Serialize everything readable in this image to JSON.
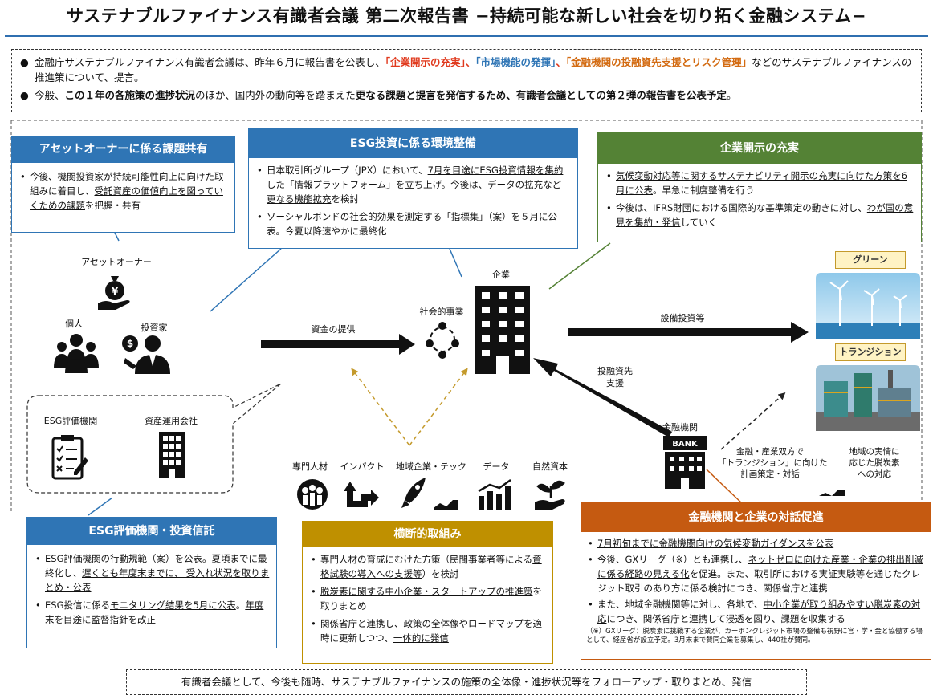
{
  "title": "サステナブルファイナンス有識者会議 第二次報告書 −持続可能な新しい社会を切り拓く金融システム−",
  "intro": {
    "p1_a": "金融庁サステナブルファイナンス有識者会議は、昨年６月に報告書を公表し、",
    "p1_r": "「企業開示の充実」",
    "p1_s1": "、",
    "p1_b": "「市場機能の発揮」",
    "p1_s2": "、",
    "p1_o": "「金融機関の投融資先支援とリスク管理」",
    "p1_c": "などのサステナブルファイナンスの推進策について、提言。",
    "p2_a": "今般、",
    "p2_u1": "この１年の各施策の進捗状況",
    "p2_b": "のほか、国内外の動向等を踏まえた",
    "p2_u2": "更なる課題と提言を発信するため、有識者会議としての第２弾の報告書を公表予定",
    "p2_c": "。"
  },
  "asset_owner_box": {
    "header": "アセットオーナーに係る課題共有",
    "item_a": "今後、機関投資家が持続可能性向上に向けた取組みに着目し、",
    "item_u": "受託資産の価値向上を図っていくための課題",
    "item_b": "を把握・共有"
  },
  "esg_env_box": {
    "header": "ESG投資に係る環境整備",
    "item1_a": "日本取引所グループ（JPX）において、",
    "item1_u1": "7月を目途にESG投資情報を集約した「情報プラットフォーム」",
    "item1_b": "を立ち上げ。今後は、",
    "item1_u2": "データの拡充など更なる機能拡充",
    "item1_c": "を検討",
    "item2": "ソーシャルボンドの社会的効果を測定する「指標集」（案）を５月に公表。今夏以降速やかに最終化"
  },
  "disclosure_box": {
    "header": "企業開示の充実",
    "item1_a": "気候変動対応等に関するサステナビリティ開示の充実に向けた方策を6月に公表",
    "item1_b": "。早急に制度整備を行う",
    "item2_a": "今後は、IFRS財団における国際的な基準策定の動きに対し、",
    "item2_u": "わが国の意見を集約・発信",
    "item2_b": "していく"
  },
  "diagram": {
    "asset_owner": "アセットオーナー",
    "individual": "個人",
    "investor": "投資家",
    "funding": "資金の提供",
    "social_business": "社会的事業",
    "company": "企業",
    "capex": "設備投資等",
    "green": "グリーン",
    "transition": "トランジション",
    "support_l1": "投融資先",
    "support_l2": "支援",
    "bank_label": "金融機関",
    "bank_sign": "BANK",
    "plan_l1": "金融・産業双方で",
    "plan_l2": "「トランジション」に向けた",
    "plan_l3": "計画策定・対話",
    "local_l1": "地域の実情に",
    "local_l2": "応じた脱炭素",
    "local_l3": "への対応",
    "esg_rating": "ESG評価機関",
    "asset_mgmt": "資産運用会社",
    "res_talent": "専門人材",
    "res_impact": "インパクト",
    "res_regional": "地域企業・テック",
    "res_data": "データ",
    "res_nature": "自然資本"
  },
  "esg_rating_box": {
    "header": "ESG評価機関・投資信託",
    "item1_u1": "ESG評価機関の行動規範（案）を公表。",
    "item1_a": "夏頃までに最終化し、",
    "item1_u2": "遅くとも年度末までに、 受入れ状況を取りまとめ・公表",
    "item2_a": "ESG投信に係る",
    "item2_u1": "モニタリング結果を5月に公表",
    "item2_b": "。",
    "item2_u2": "年度末を目途に監督指針を改正"
  },
  "cross_box": {
    "header": "横断的取組み",
    "item1_a": "専門人材の育成にむけた方策（民間事業者等による",
    "item1_u": "資格試験の導入への支援等",
    "item1_b": "）を検討",
    "item2_u": "脱炭素に関する中小企業・スタートアップの推進策",
    "item2_a": "を取りまとめ",
    "item3_a": "関係省庁と連携し、政策の全体像やロードマップを適時に更新しつつ、",
    "item3_u": "一体的に発信"
  },
  "dialogue_box": {
    "header": "金融機関と企業の対話促進",
    "item1_u": "7月初旬までに金融機関向けの気候変動ガイダンスを公表",
    "item2_a": "今後、GXリーグ（※）とも連携し、",
    "item2_u": "ネットゼロに向けた産業・企業の排出削減に係る経路の見える化",
    "item2_b": "を促進。また、取引所における実証実験等を通じたクレジット取引のあり方に係る検討につき、関係省庁と連携",
    "item3_a": "また、地域金融機関等に対し、各地で、",
    "item3_u": "中小企業が取り組みやすい脱炭素の対応",
    "item3_b": "につき、関係省庁と連携して浸透を図り、課題を収集する",
    "note": "（※）GXリーグ：脱炭素に挑戦する企業が、カーボンクレジット市場の整備も視野に官・学・金と協働する場として、経産省が設立予定。3月末まで賛同企業を募集し、440社が賛同。"
  },
  "footer": "有識者会議として、今後も随時、サステナブルファイナンスの施策の全体像・進捗状況等をフォローアップ・取りまとめ、発信",
  "colors": {
    "blue": "#2f75b5",
    "green": "#548235",
    "gold": "#bf9000",
    "orange": "#c55a11",
    "red": "#e03a1e"
  }
}
